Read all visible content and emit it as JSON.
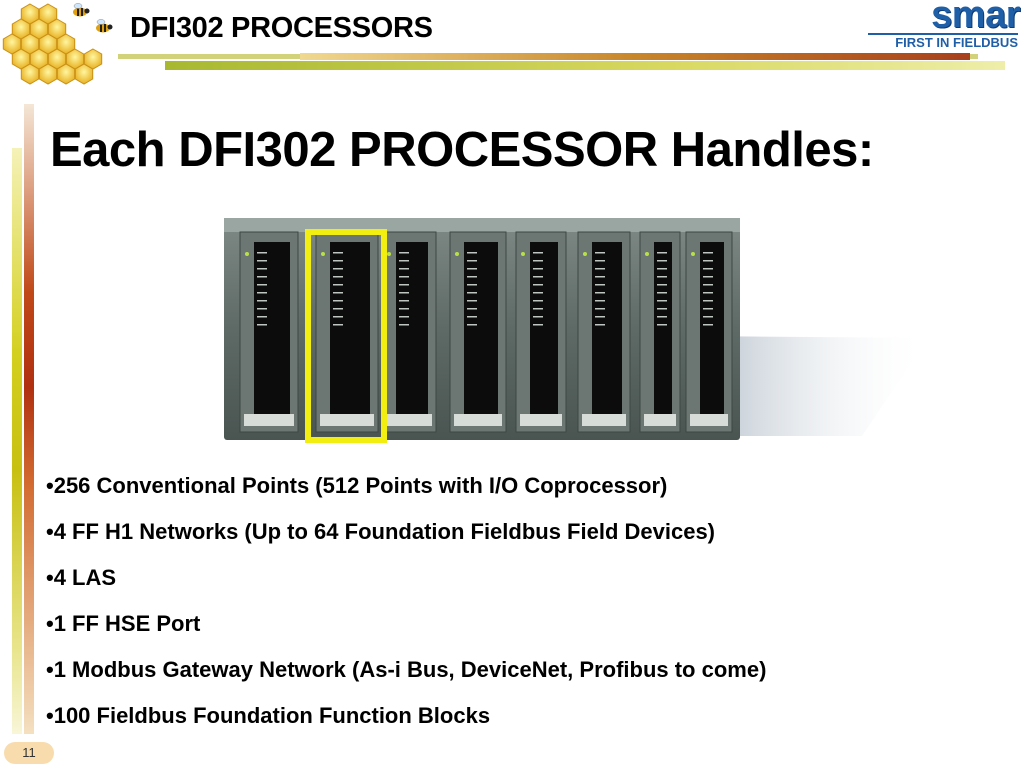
{
  "header": {
    "title": "DFI302 PROCESSORS",
    "logo_brand": "smar",
    "logo_tagline": "FIRST IN FIELDBUS",
    "icons": [
      "honeycomb-icon",
      "bee-icon"
    ]
  },
  "slide": {
    "title": "Each DFI302 PROCESSOR Handles:",
    "image": "dfi302-rack-image",
    "highlight_color": "#f2ee12",
    "bullets": [
      "•256 Conventional Points (512 Points with I/O Coprocessor)",
      "•4 FF H1 Networks (Up to 64 Foundation Fieldbus Field Devices)",
      "•4 LAS",
      "•1 FF HSE Port",
      "•1 Modbus Gateway Network (As-i Bus, DeviceNet, Profibus to come)",
      "•100 Fieldbus Foundation Function Blocks"
    ],
    "page_number": "11"
  },
  "colors": {
    "logo_blue": "#1f5fa8",
    "accent_red": "#b03010",
    "accent_olive": "#c8c010",
    "slide_number_bg": "#f8dcae"
  }
}
